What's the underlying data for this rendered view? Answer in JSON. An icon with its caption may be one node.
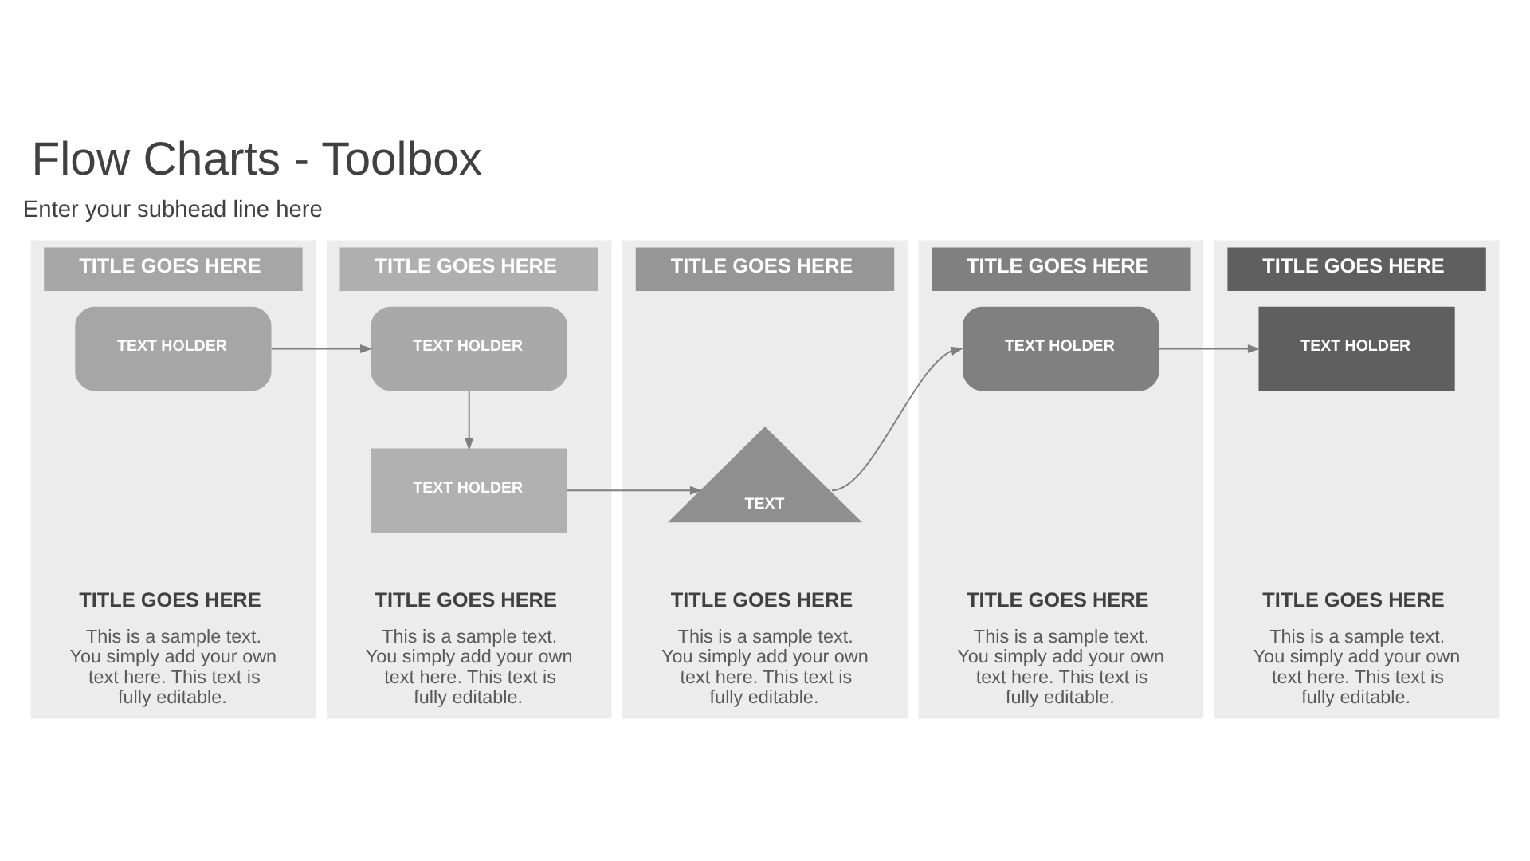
{
  "diagram": {
    "title": "Flow Charts - Toolbox",
    "nodes": [
      {
        "text": [
          "TITLE GOES HERE"
        ]
      },
      {
        "text": [
          "TITLE GOES HERE"
        ]
      },
      {
        "text": [
          "TITLE GOES HERE"
        ]
      },
      {
        "text": [
          "TITLE GOES HERE"
        ]
      },
      {
        "text": [
          "TITLE GOES HERE"
        ]
      },
      {
        "text": [
          "TEXT HOLDER"
        ],
        "in": 0
      },
      {
        "text": [
          "TEXT HOLDER"
        ],
        "in": 1
      },
      {
        "text": [
          "TEXT HOLDER"
        ],
        "in": 1
      },
      {
        "text": [
          "TEXT"
        ],
        "in": 2
      },
      {
        "text": [
          "TEXT HOLDER"
        ],
        "in": 3
      },
      {
        "text": [
          "TEXT HOLDER"
        ],
        "in": 4
      }
    ],
    "edges": [
      {
        "from": 5,
        "to": 6,
        "arrow": "to"
      },
      {
        "from": 6,
        "to": 7,
        "arrow": "to"
      },
      {
        "from": 7,
        "to": 8,
        "arrow": "to"
      },
      {
        "from": 8,
        "to": 9,
        "arrow": "to"
      },
      {
        "from": 9,
        "to": 10,
        "arrow": "to"
      }
    ],
    "labels": [
      "Enter your subhead line here",
      "TITLE GOES HERE",
      "This is a sample text. You simply add your own text here. This text is fully editable.",
      "TITLE GOES HERE",
      "This is a sample text. You simply add your own text here. This text is fully editable.",
      "TITLE GOES HERE",
      "This is a sample text. You simply add your own text here. This text is fully editable.",
      "TITLE GOES HERE",
      "This is a sample text. You simply add your own text here. This text is fully editable.",
      "TITLE GOES HERE",
      "This is a sample text. You simply add your own text here. This text is fully editable."
    ]
  }
}
